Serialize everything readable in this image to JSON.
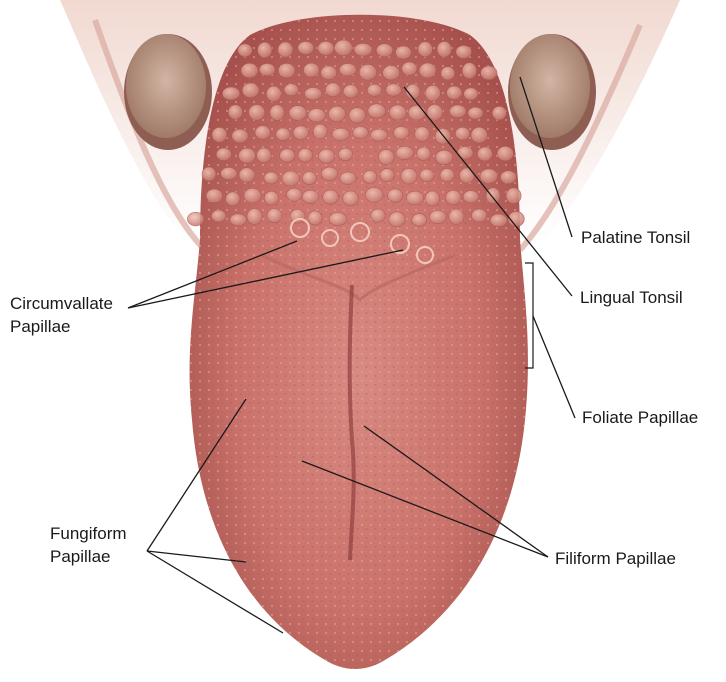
{
  "labels": {
    "palatine_tonsil": "Palatine Tonsil",
    "lingual_tonsil": "Lingual Tonsil",
    "circumvallate": [
      "Circumvallate",
      "Papillae"
    ],
    "foliate": "Foliate Papillae",
    "filiform": "Filiform Papillae",
    "fungiform": [
      "Fungiform",
      "Papillae"
    ]
  },
  "colors": {
    "tongue_base": "#c9726b",
    "tongue_dark": "#9e4a47",
    "tongue_light": "#e3a49a",
    "throat": "#eccdc4",
    "tonsil": "#b99583",
    "leader_line": "#1a1a1a"
  }
}
